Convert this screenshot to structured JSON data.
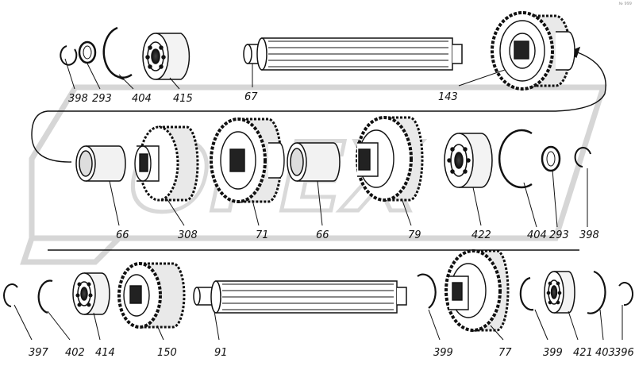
{
  "corner_mark": "№ 999",
  "watermark_text": "OPEX",
  "part_labels": {
    "p398a": "398",
    "p293a": "293",
    "p404a": "404",
    "p415": "415",
    "p67": "67",
    "p143": "143",
    "p66a": "66",
    "p308": "308",
    "p71": "71",
    "p66b": "66",
    "p79": "79",
    "p422": "422",
    "p404b": "404",
    "p293b": "293",
    "p398b": "398",
    "p397": "397",
    "p402": "402",
    "p414": "414",
    "p150": "150",
    "p91": "91",
    "p399a": "399",
    "p77": "77",
    "p399b": "399",
    "p421": "421",
    "p403": "403",
    "p396": "396"
  },
  "colors": {
    "ink": "#111111",
    "watermark": "#d6d6d6",
    "background": "#ffffff"
  }
}
